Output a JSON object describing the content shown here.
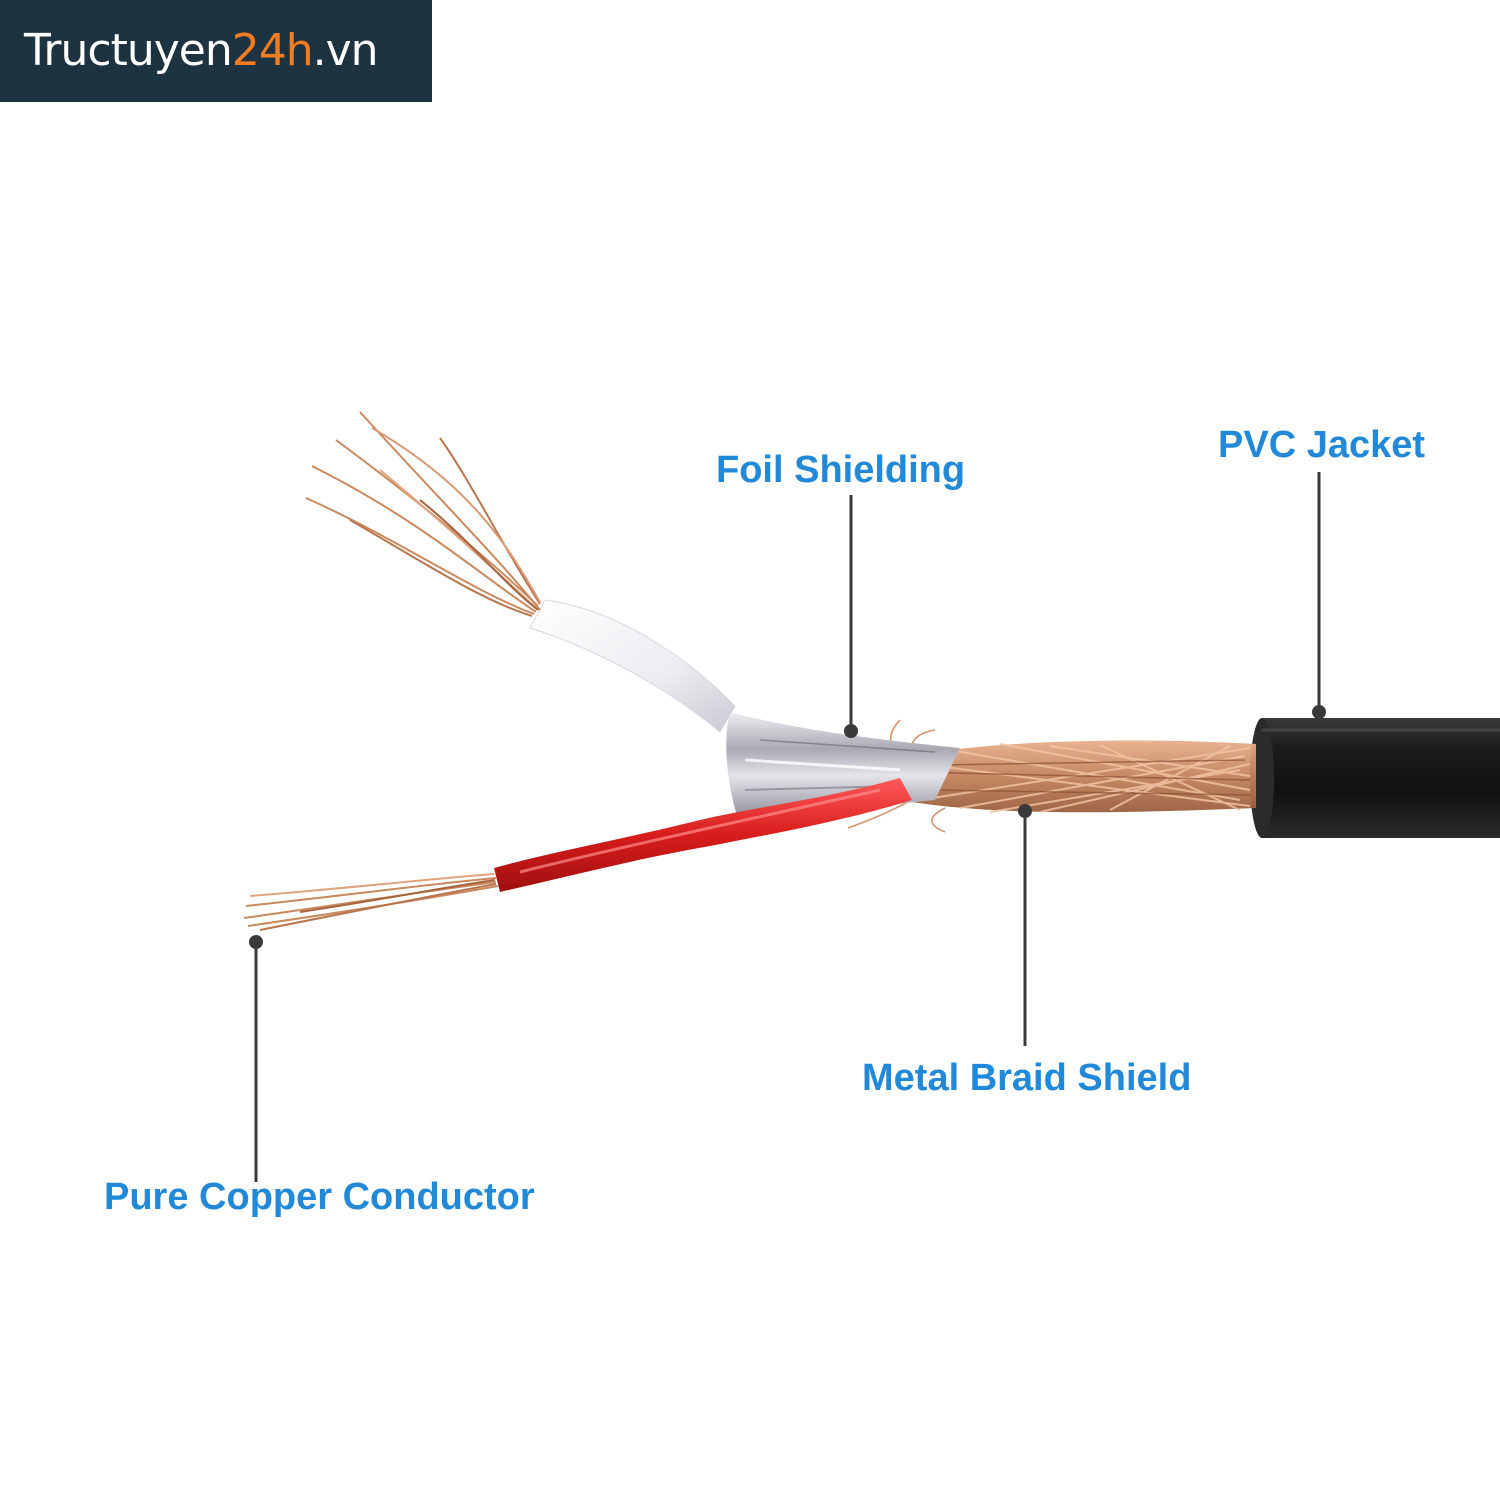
{
  "logo": {
    "brand_main": "Tructuyen",
    "brand_accent": "24h",
    "brand_suffix": ".vn",
    "background_color": "#1e3341",
    "accent_color": "#f47d20"
  },
  "callouts": {
    "foil_shielding": "Foil Shielding",
    "pvc_jacket": "PVC Jacket",
    "metal_braid_shield": "Metal Braid Shield",
    "pure_copper_conductor": "Pure Copper Conductor"
  },
  "colors": {
    "label_color": "#2189d8",
    "leader_line_color": "#3a3a3a",
    "jacket_color": "#1a1a1a",
    "copper_color": "#c98a5e",
    "red_insulation": "#d81c1c",
    "white_insulation": "#f4f4f8",
    "foil_color": "#c8c8d0"
  }
}
